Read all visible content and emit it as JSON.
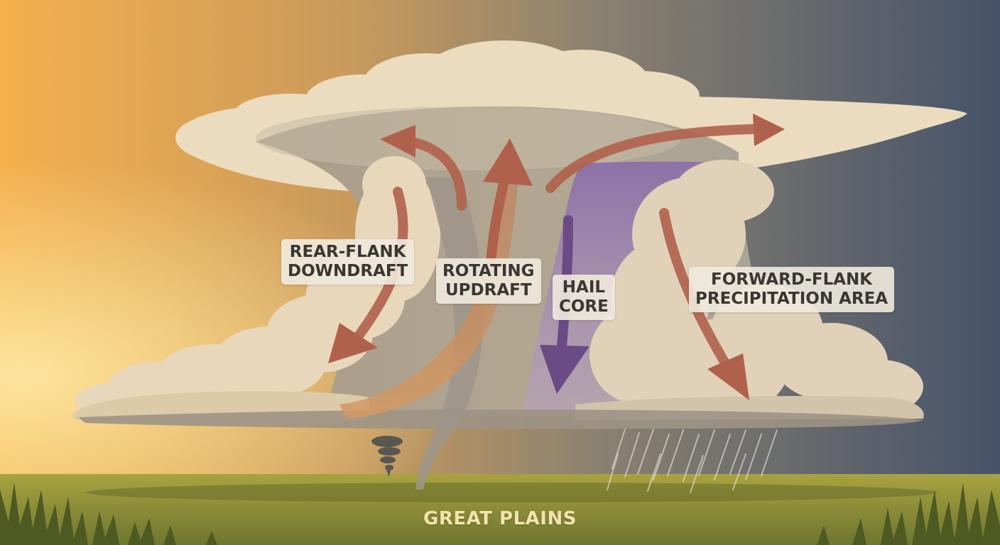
{
  "labels": {
    "rear_flank": [
      "REAR-FLANK",
      "DOWNDRAFT"
    ],
    "rotating_updraft": [
      "ROTATING",
      "UPDRAFT"
    ],
    "hail_core": [
      "HAIL",
      "CORE"
    ],
    "forward_flank": [
      "FORWARD-FLANK",
      "PRECIPITATION AREA"
    ]
  },
  "ground_label": "GREAT PLAINS",
  "colors": {
    "sky_warm": "#f5b04c",
    "sky_cool": "#46536a",
    "cloud": "#ecdcbf",
    "arrow": "#b0614b",
    "hail": "#6b4a86",
    "ground": "#8f9238"
  },
  "icons": [
    "tornado-icon",
    "rain-streaks"
  ]
}
